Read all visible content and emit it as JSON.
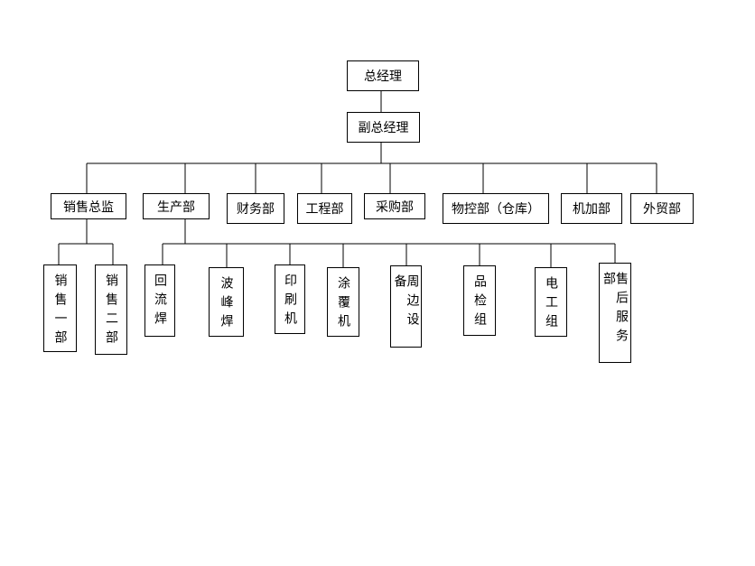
{
  "diagram": {
    "root": "总经理",
    "deputy": "副总经理",
    "departments": {
      "sales_director": "销售总监",
      "production": "生产部",
      "finance": "财务部",
      "engineering": "工程部",
      "purchasing": "采购部",
      "material_control": "物控部（仓库）",
      "machining": "机加部",
      "foreign_trade": "外贸部"
    },
    "sales_units": [
      "销售一部",
      "销售二部"
    ],
    "production_units": [
      "回流焊",
      "波峰焊",
      "印刷机",
      "涂覆机",
      "周边设备",
      "品检组",
      "电工组",
      "售后服务部"
    ]
  }
}
